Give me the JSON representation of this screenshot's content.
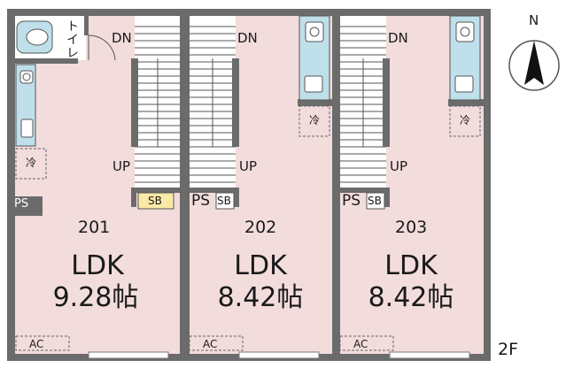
{
  "floor_label": "2F",
  "compass": {
    "letter": "N"
  },
  "colors": {
    "floor": "#f2dcdc",
    "wall": "#6b6b6b",
    "fixture": "#bfe0ea",
    "sb_box": "#fbe9a8"
  },
  "toilet_label": "トイレ",
  "units": [
    {
      "number": "201",
      "room_type": "LDK",
      "area": "9.28帖",
      "dn": "DN",
      "up": "UP",
      "sb": "SB",
      "ps": "PS",
      "ac": "AC",
      "fridge": "冷"
    },
    {
      "number": "202",
      "room_type": "LDK",
      "area": "8.42帖",
      "dn": "DN",
      "up": "UP",
      "sb": "SB",
      "ps": "PS",
      "ac": "AC",
      "fridge": "冷"
    },
    {
      "number": "203",
      "room_type": "LDK",
      "area": "8.42帖",
      "dn": "DN",
      "up": "UP",
      "sb": "SB",
      "ps": "PS",
      "ac": "AC",
      "fridge": "冷"
    }
  ]
}
